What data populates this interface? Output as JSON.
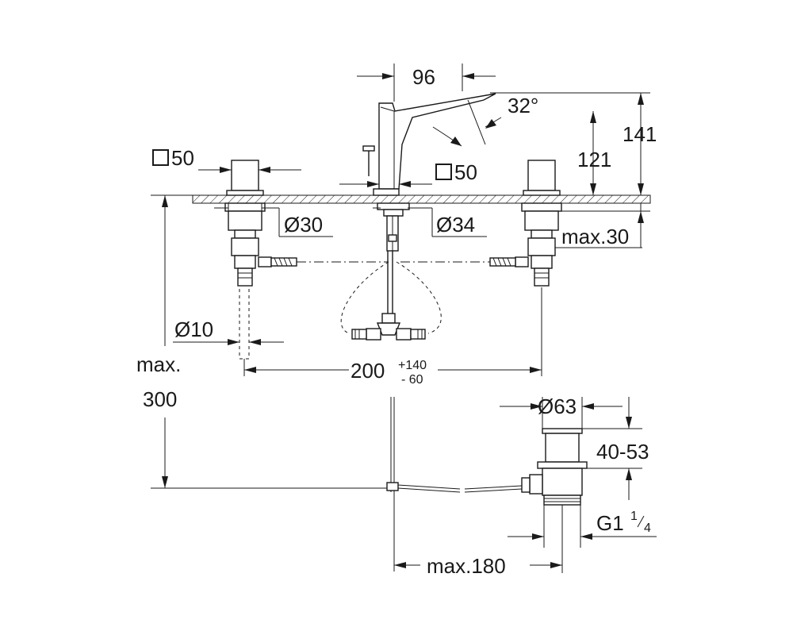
{
  "dimensions": {
    "spout_reach": "96",
    "spout_angle": "32°",
    "total_height": "141",
    "spout_height": "121",
    "handle_square_left": "50",
    "handle_square_center": "50",
    "hole_dia_left": "Ø30",
    "hole_dia_center": "Ø34",
    "max_deck_thickness": "max.30",
    "supply_dia": "Ø10",
    "spacing_main": "200",
    "spacing_tol_plus": "+140",
    "spacing_tol_minus": "- 60",
    "max_depth_line1": "max.",
    "max_depth_line2": "300",
    "waste_dia": "Ø63",
    "waste_range": "40-53",
    "thread_main": "G1",
    "thread_num": "1",
    "thread_den": "4",
    "max_rod": "max.180"
  }
}
